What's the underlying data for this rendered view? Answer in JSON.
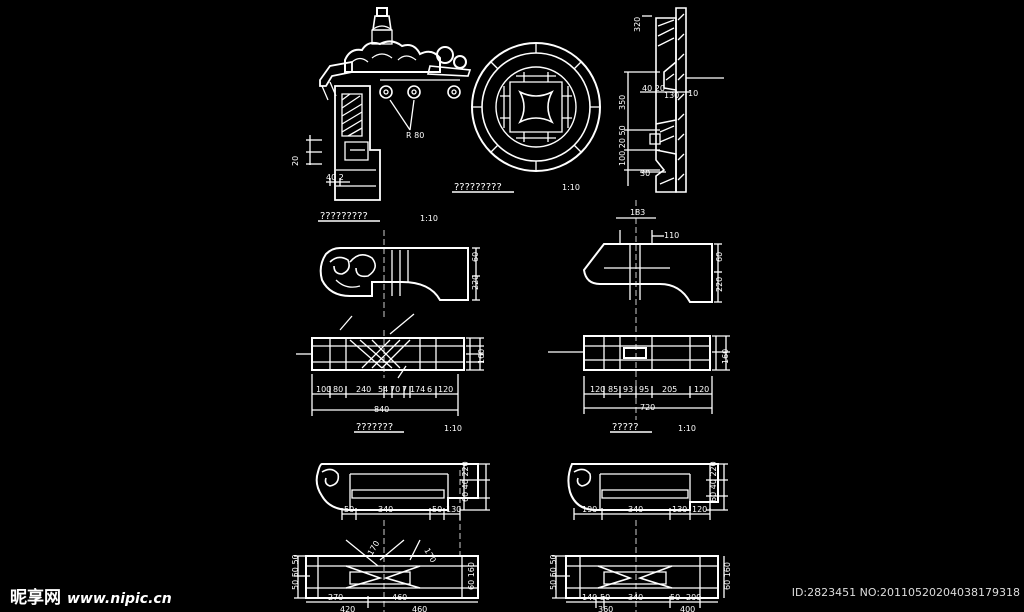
{
  "drawing": {
    "titles": {
      "gable_detail": "?????????",
      "round_window": "?????????",
      "bracket_a": "???????",
      "bracket_b": "?????"
    },
    "scales": {
      "gable_detail": "1:10",
      "round_window": "1:10",
      "bracket_a": "1:10",
      "bracket_b": "1:10"
    },
    "dims": {
      "d_20": "20",
      "d_40_2": "40 2",
      "d_r80": "R 80",
      "d_320": "320",
      "d_350": "350",
      "d_40_20": "40 20",
      "d_130": "130",
      "d_10": "10",
      "d_30": "30",
      "d_100_20_50": "100 20 50",
      "d_183": "183",
      "d_110": "110",
      "d_220_a": "220",
      "d_60_a": "60",
      "d_220_b": "220",
      "d_60_b": "60",
      "row_a": [
        "100",
        "80",
        "240",
        "54",
        "70",
        "7",
        "174",
        "6",
        "120"
      ],
      "total_a": "840",
      "row_b": [
        "120",
        "85",
        "93",
        "95",
        "205",
        "120"
      ],
      "total_b": "720",
      "v_160_a": "160",
      "v_160_b": "160",
      "row_c": [
        "50",
        "340",
        "50",
        "130"
      ],
      "row_d": [
        "190",
        "340",
        "130",
        "120"
      ],
      "v_c": "60 40 220",
      "v_d": "60 40 220",
      "d_170_a": "170",
      "d_170_b": "170",
      "row_e": [
        "270",
        "460"
      ],
      "total_e": [
        "420",
        "460"
      ],
      "row_f": [
        "140",
        "50",
        "340",
        "50",
        "200"
      ],
      "total_f": [
        "360",
        "400"
      ],
      "v_e": "50 50 50",
      "v_f": "50 50 50",
      "v_e2": "60 160",
      "v_f2": "60 160"
    }
  },
  "watermark": {
    "logo_text": "昵享网",
    "url": "www.nipic.cn",
    "id_text": "ID:2823451 NO:20110520204038179318"
  }
}
